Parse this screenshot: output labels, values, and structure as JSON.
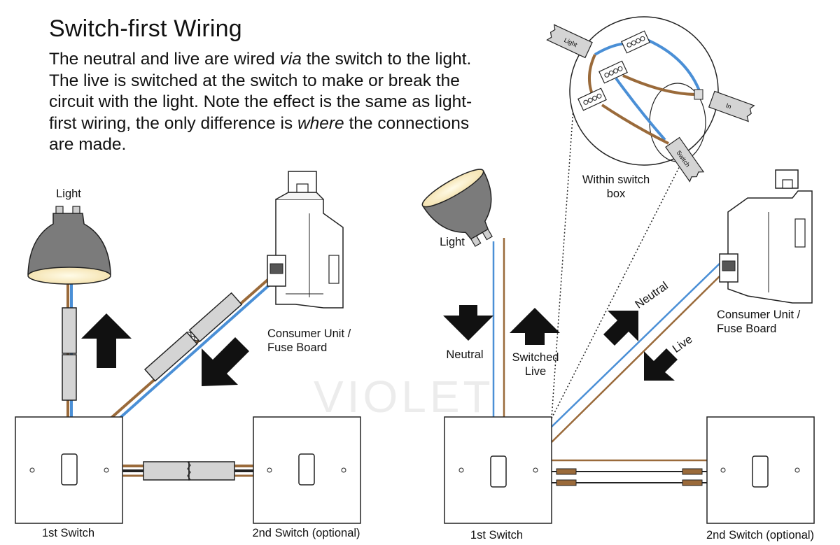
{
  "title": "Switch-first Wiring",
  "description": {
    "p1": "The neutral and live are wired ",
    "via": "via",
    "p2": " the switch to the light. The live is switched at the switch to make or break the circuit with the light. Note the effect is the same as light-first wiring, the only difference is ",
    "where": "where",
    "p3": " the connections are made."
  },
  "left_diagram": {
    "light_label": "Light",
    "consumer_unit_label_1": "Consumer Unit /",
    "consumer_unit_label_2": "Fuse Board",
    "switch1_label": "1st Switch",
    "switch2_label": "2nd Switch (optional)"
  },
  "right_diagram": {
    "light_label": "Light",
    "neutral_label": "Neutral",
    "switched_live_label_1": "Switched",
    "switched_live_label_2": "Live",
    "wire_neutral_label": "Neutral",
    "wire_live_label": "Live",
    "consumer_unit_label_1": "Consumer Unit /",
    "consumer_unit_label_2": "Fuse Board",
    "switch1_label": "1st Switch",
    "switch2_label": "2nd Switch (optional)",
    "switch_box_label_1": "Within switch",
    "switch_box_label_2": "box",
    "tag_light": "Light",
    "tag_in": "In",
    "tag_switch": "Switch"
  },
  "watermark": "VIOLET",
  "colors": {
    "live": "#9a6a3a",
    "neutral": "#4a8fd6",
    "bulb_body": "#7b7b7b",
    "glow": "#fff3cf",
    "sleeve": "#cfcfcf"
  }
}
